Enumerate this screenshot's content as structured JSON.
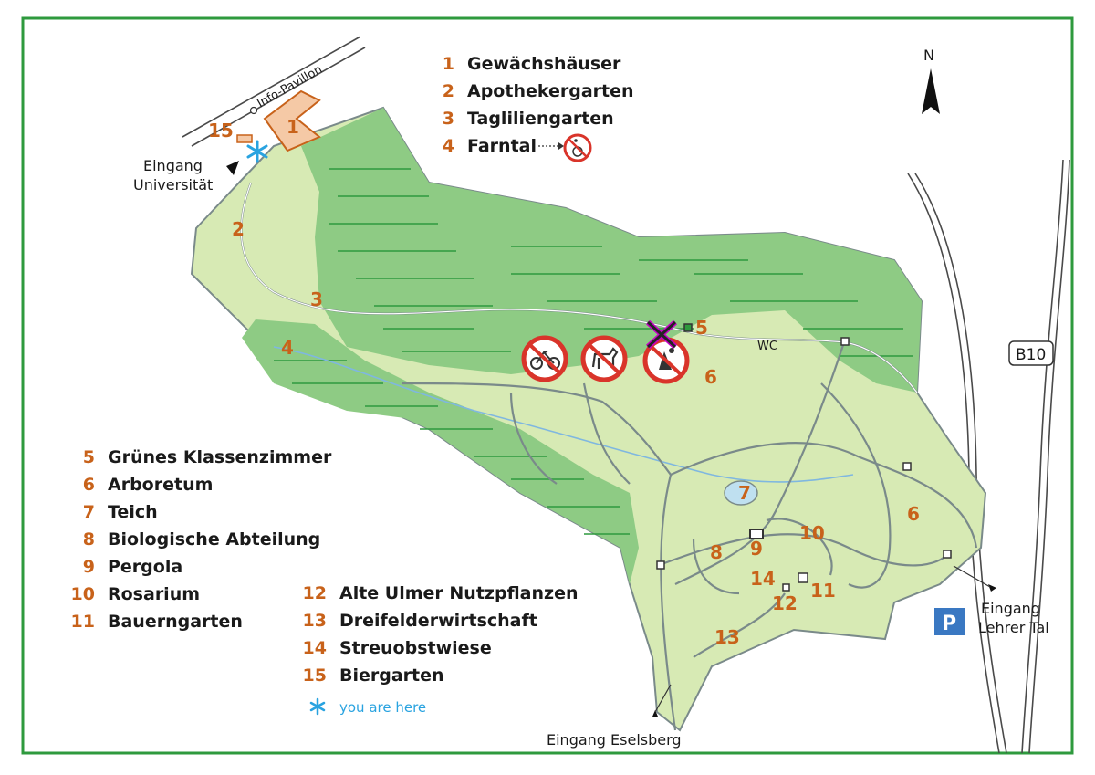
{
  "legend_top": [
    {
      "num": "1",
      "text": "Gewächshäuser"
    },
    {
      "num": "2",
      "text": "Apothekergarten"
    },
    {
      "num": "3",
      "text": "Tagliliengarten"
    },
    {
      "num": "4",
      "text": "Farntal"
    }
  ],
  "legend_left": [
    {
      "num": "5",
      "text": "Grünes Klassenzimmer"
    },
    {
      "num": "6",
      "text": "Arboretum"
    },
    {
      "num": "7",
      "text": "Teich"
    },
    {
      "num": "8",
      "text": "Biologische Abteilung"
    },
    {
      "num": "9",
      "text": "Pergola"
    },
    {
      "num": "10",
      "text": "Rosarium"
    },
    {
      "num": "11",
      "text": "Bauerngarten"
    }
  ],
  "legend_mid": [
    {
      "num": "12",
      "text": "Alte Ulmer Nutzpflanzen"
    },
    {
      "num": "13",
      "text": "Dreifelderwirtschaft"
    },
    {
      "num": "14",
      "text": "Streuobstwiese"
    },
    {
      "num": "15",
      "text": "Biergarten"
    }
  ],
  "you_are_here": "you are here",
  "labels": {
    "info_pavilion": "Info-Pavillon",
    "entrance_university_1": "Eingang",
    "entrance_university_2": "Universität",
    "entrance_lehrer_1": "Eingang",
    "entrance_lehrer_2": "Lehrer Tal",
    "entrance_eselsberg": "Eingang Eselsberg",
    "wc": "WC",
    "road": "B10",
    "north": "N",
    "parking": "P"
  },
  "map_numbers": {
    "n1": "1",
    "n2": "2",
    "n3": "3",
    "n4": "4",
    "n5": "5",
    "n6a": "6",
    "n6b": "6",
    "n7": "7",
    "n8": "8",
    "n9": "9",
    "n10": "10",
    "n11": "11",
    "n12": "12",
    "n13": "13",
    "n14": "14",
    "n15": "15"
  },
  "icons": [
    "no-bicycles-icon",
    "no-dogs-icon",
    "no-picking-flowers-icon",
    "no-wheelchair-icon",
    "you-are-here-icon",
    "north-arrow-icon",
    "parking-icon"
  ],
  "colors": {
    "frame": "#2e9a3e",
    "dark_green": "#8ecb84",
    "light_green": "#d7eab4",
    "number_orange": "#c8621a",
    "prohibition_red": "#d9342a",
    "marker_blue": "#29a3e0",
    "parking_blue": "#3a78c2"
  }
}
